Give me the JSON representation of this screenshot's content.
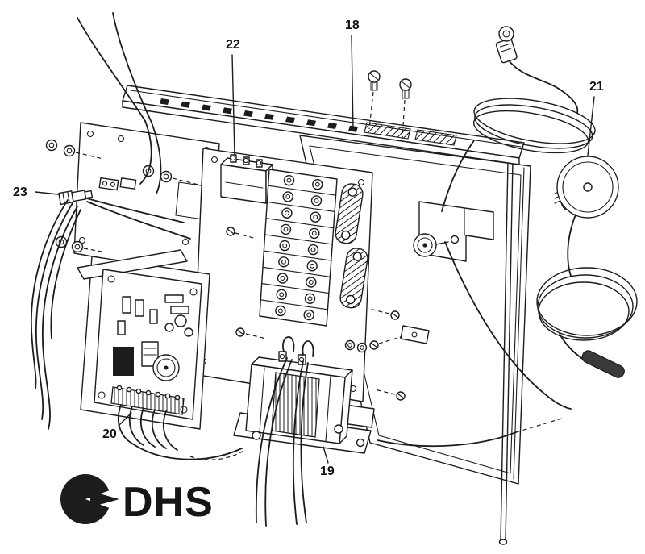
{
  "figure": {
    "callouts": {
      "c18": "18",
      "c19": "19",
      "c20": "20",
      "c21": "21",
      "c22": "22",
      "c23": "23"
    },
    "logo": {
      "text": "DHS"
    },
    "colors": {
      "ink": "#1c1c1c",
      "paper": "#ffffff"
    }
  }
}
